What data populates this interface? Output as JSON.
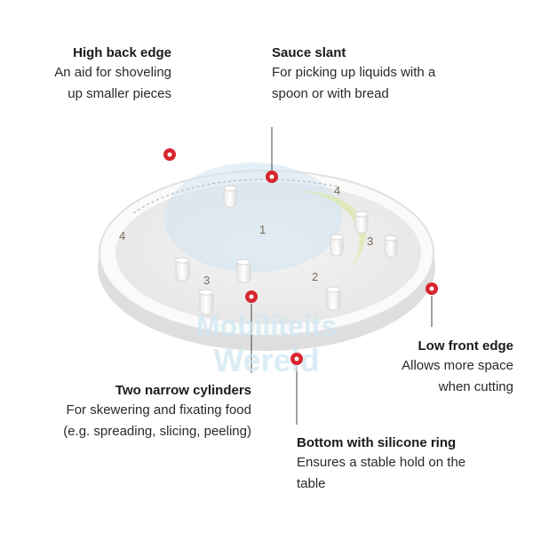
{
  "callouts": {
    "high_back_edge": {
      "title": "High back edge",
      "lines": [
        "An aid for shoveling",
        "up smaller pieces"
      ]
    },
    "sauce_slant": {
      "title": "Sauce slant",
      "lines": [
        "For picking up liquids with a",
        "spoon or with bread"
      ]
    },
    "low_front_edge": {
      "title": "Low front edge",
      "lines": [
        "Allows more space",
        "when cutting"
      ]
    },
    "two_cylinders": {
      "title": "Two narrow cylinders",
      "lines": [
        "For skewering and fixating food",
        "(e.g. spreading, slicing, peeling)"
      ]
    },
    "bottom_ring": {
      "title": "Bottom with silicone ring",
      "lines": [
        "Ensures a stable hold on the",
        "table"
      ]
    }
  },
  "zone_numbers": [
    "1",
    "2",
    "3",
    "3",
    "4",
    "4"
  ],
  "watermark": {
    "line1": "Mobiliteits",
    "line2": "Wereld"
  },
  "colors": {
    "marker": "#d7262d",
    "plate": "#f1f1f1",
    "rim": "#e2e2e2"
  }
}
